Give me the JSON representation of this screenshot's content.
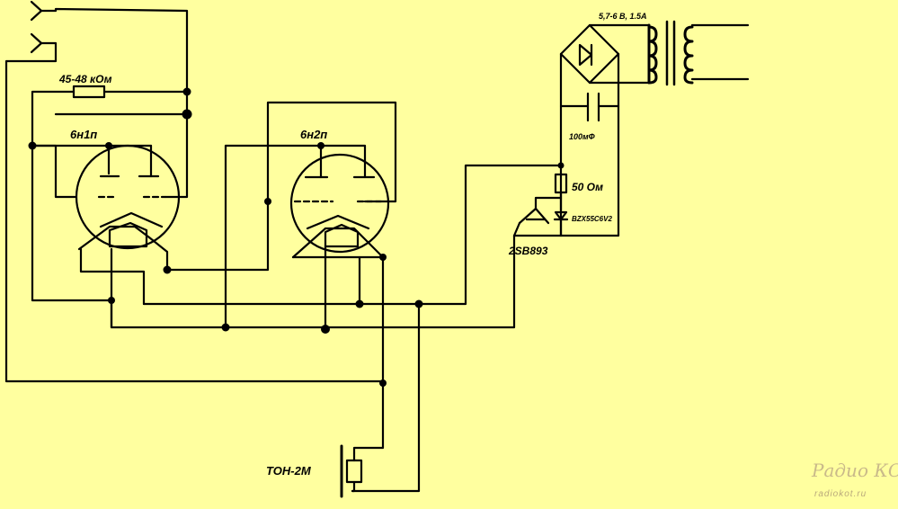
{
  "diagram": {
    "background": "#ffff9f",
    "wire_color": "#000000",
    "labels": {
      "resistor_in": "45-48 кОм",
      "tube1": "6н1п",
      "tube2": "6н2п",
      "psu": "5,7-6 В, 1.5А",
      "capacitor": "100мФ",
      "resistor_reg": "50 Ом",
      "zener": "BZX55C6V2",
      "transistor": "2SB893",
      "phones": "ТОН-2М"
    },
    "watermark": {
      "title": "Радио КОТ",
      "url": "radiokot.ru"
    }
  }
}
